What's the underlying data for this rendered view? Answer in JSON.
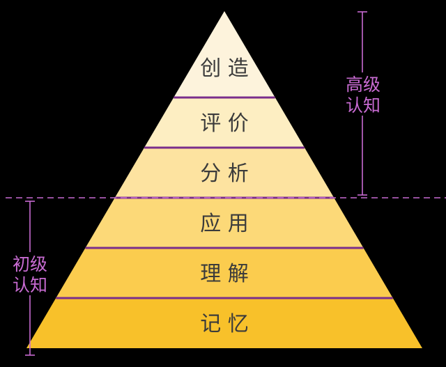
{
  "colors": {
    "background": "#000000",
    "divider": "#7a2e8c",
    "bracket": "#c86bd2",
    "label_text": "#3b3b3b",
    "side_text": "#c86bd2",
    "tiers": [
      "#fdf3dc",
      "#fdeec2",
      "#fde3a0",
      "#fcd978",
      "#fbcc4e",
      "#f8c12a"
    ]
  },
  "tiers": [
    {
      "label": "创 造"
    },
    {
      "label": "评 价"
    },
    {
      "label": "分 析"
    },
    {
      "label": "应 用"
    },
    {
      "label": "理 解"
    },
    {
      "label": "记 忆"
    }
  ],
  "side_labels": {
    "higher": [
      "高级",
      "认知"
    ],
    "lower": [
      "初级",
      "认知"
    ]
  }
}
